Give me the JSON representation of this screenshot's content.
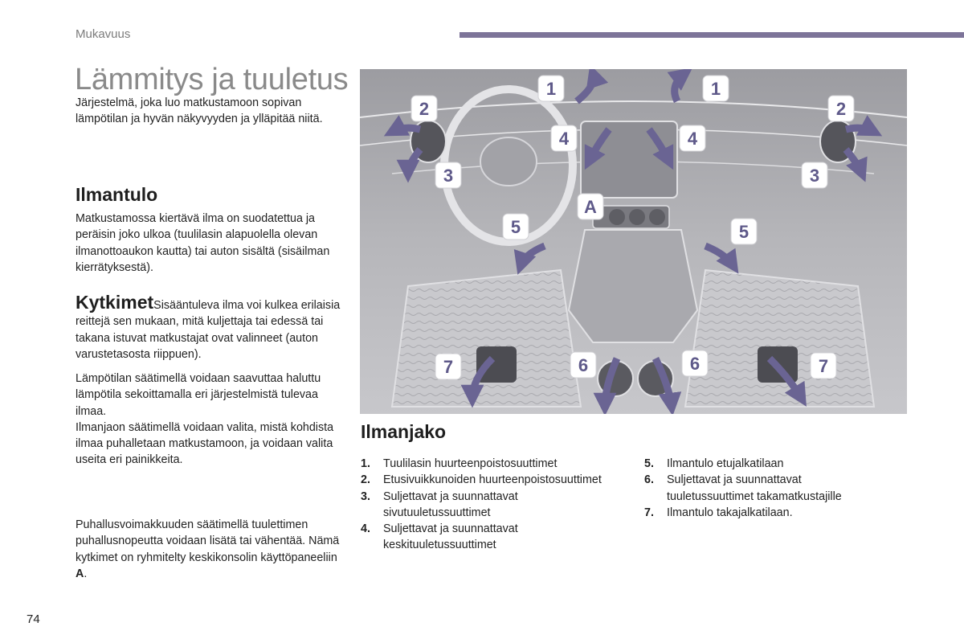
{
  "header": {
    "section": "Mukavuus",
    "accent_color": "#7d7499"
  },
  "title": "Lämmitys ja tuuletus",
  "intro": "Järjestelmä, joka luo matkustamoon sopivan lämpötilan ja hyvän näkyvyyden ja ylläpitää niitä.",
  "ilmantulo": {
    "heading": "Ilmantulo",
    "text": "Matkustamossa kiertävä ilma on suodatettua ja peräisin joko ulkoa (tuulilasin alapuolella olevan ilmanottoaukon kautta) tai auton sisältä (sisäilman kierrätyksestä)."
  },
  "kytkimet": {
    "heading": "Kytkimet",
    "text": "Sisääntuleva ilma voi kulkea erilaisia reittejä sen mukaan, mitä kuljettaja tai edessä tai takana istuvat matkustajat ovat valinneet (auton varustetasosta riippuen).",
    "lampotila": "Lämpötilan säätimellä voidaan saavuttaa haluttu lämpötila sekoittamalla eri järjestelmistä tulevaa ilmaa.",
    "ilmanjako_saadin": "Ilmanjaon säätimellä voidaan valita, mistä kohdista ilmaa puhalletaan matkustamoon, ja voidaan valita useita eri painikkeita.",
    "puhallus": "Puhallusvoimakkuuden säätimellä tuulettimen puhallusnopeutta voidaan lisätä tai vähentää. Nämä kytkimet on ryhmitelty keskikonsolin käyttöpaneeliin ",
    "panel_ref": "A",
    "end_punct": "."
  },
  "figure": {
    "badges": [
      "1",
      "2",
      "3",
      "4",
      "5",
      "6",
      "7",
      "A"
    ],
    "arrow_color": "#6a6493",
    "badge_fill": "#ffffff",
    "badge_text_color": "#5f5a8a"
  },
  "ilmanjako": {
    "heading": "Ilmanjako",
    "items_left": [
      {
        "num": "1.",
        "text": "Tuulilasin huurteenpoistosuuttimet"
      },
      {
        "num": "2.",
        "text": "Etusivuikkunoiden huurteenpoistosuuttimet"
      },
      {
        "num": "3.",
        "text": "Suljettavat ja suunnattavat sivutuuletussuuttimet"
      },
      {
        "num": "4.",
        "text": "Suljettavat ja suunnattavat keskituuletussuuttimet"
      }
    ],
    "items_right": [
      {
        "num": "5.",
        "text": "Ilmantulo etujalkatilaan"
      },
      {
        "num": "6.",
        "text": "Suljettavat ja suunnattavat tuuletussuuttimet takamatkustajille"
      },
      {
        "num": "7.",
        "text": "Ilmantulo takajalkatilaan."
      }
    ]
  },
  "page_number": "74"
}
